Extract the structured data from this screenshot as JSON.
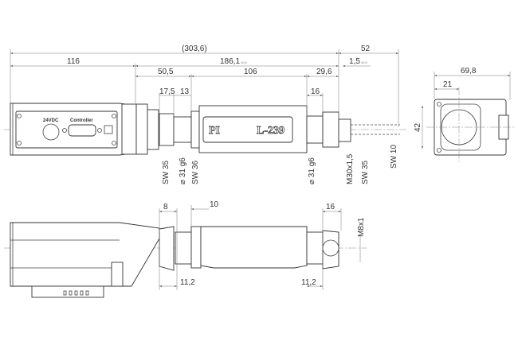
{
  "top_view": {
    "overall_length": "(303,6)",
    "stroke_extension": "52",
    "motor_length": "116",
    "body_length": "186,1",
    "body_tolerance": "±0,5",
    "tip_offset": "1,5",
    "tip_tolerance": "±0,5",
    "front_flange": "50,5",
    "middle_length": "106",
    "rear_length": "29,6",
    "nut_width_1": "17,5",
    "nut_width_2": "13",
    "rear_nut_width": "16",
    "connector_power": "24VDC",
    "connector_controller": "Controller",
    "logo": "PI",
    "model": "L-239",
    "vertical_labels": [
      "SW 35",
      "⌀ 31 g6",
      "SW 36",
      "⌀ 31 g6",
      "M30x1,5",
      "SW 35",
      "SW 10"
    ]
  },
  "end_view": {
    "width": "69,8",
    "offset": "21",
    "height": "42"
  },
  "side_view": {
    "nut_width": "8",
    "collar_width": "10",
    "tip_width": "16",
    "thread": "M8x1",
    "offset_left": "11,2",
    "offset_right": "11,2"
  }
}
